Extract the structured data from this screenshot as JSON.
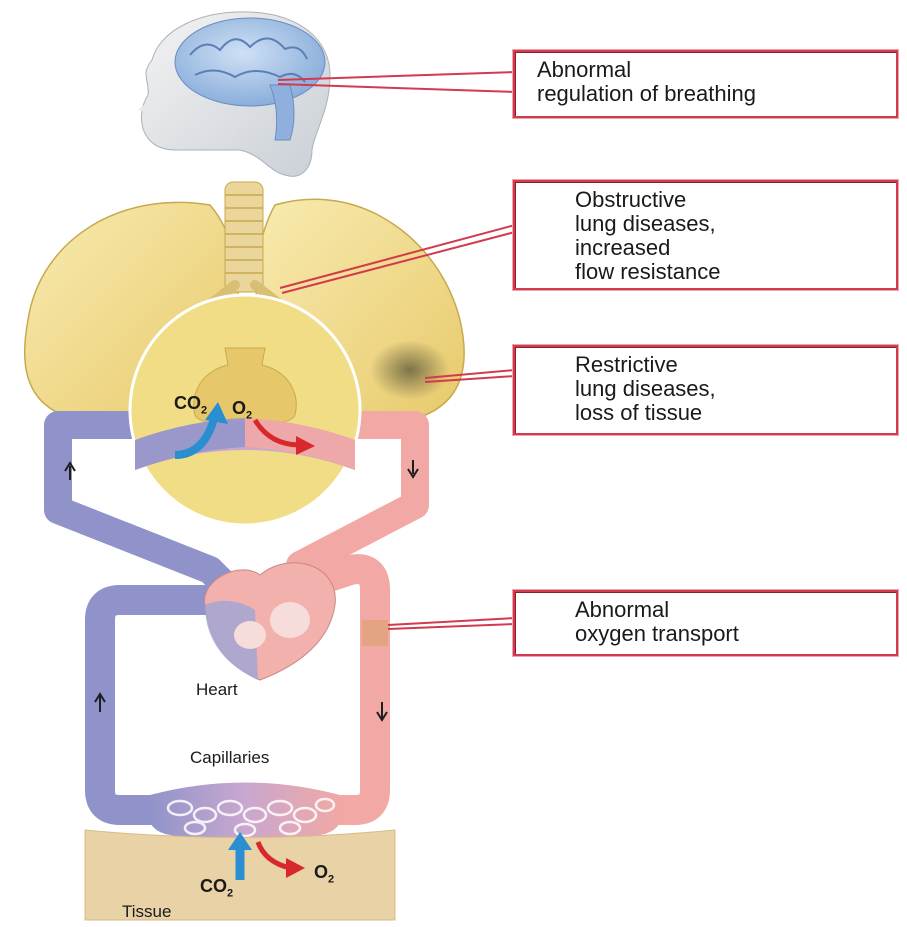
{
  "callouts": {
    "breathing": {
      "lines": [
        "Abnormal",
        "regulation of breathing"
      ]
    },
    "obstructive": {
      "lines": [
        "Obstructive",
        "lung diseases,",
        "increased",
        "flow resistance"
      ]
    },
    "restrictive": {
      "lines": [
        "Restrictive",
        "lung diseases,",
        "loss of tissue"
      ]
    },
    "oxygen": {
      "lines": [
        "Abnormal",
        "oxygen transport"
      ]
    }
  },
  "labels": {
    "heart": "Heart",
    "capillaries": "Capillaries",
    "tissue": "Tissue",
    "co2_lung": "CO",
    "o2_lung": "O",
    "co2_tissue": "CO",
    "o2_tissue": "O",
    "subscript": "2"
  },
  "colors": {
    "callout_border": "#d23a4e",
    "leader_line": "#d23a4e",
    "venous": "#8f93c9",
    "arterial": "#f2a8a4",
    "lung": "#f3df92",
    "tissue": "#e8d2a6",
    "co2_arrow": "#2a8fd0",
    "o2_arrow": "#d8282b"
  },
  "icons": [
    "head-brain-illustration",
    "lungs-illustration",
    "alveolus-inset",
    "heart-illustration",
    "capillary-bed",
    "tissue-block",
    "flow-arrow-icon"
  ]
}
